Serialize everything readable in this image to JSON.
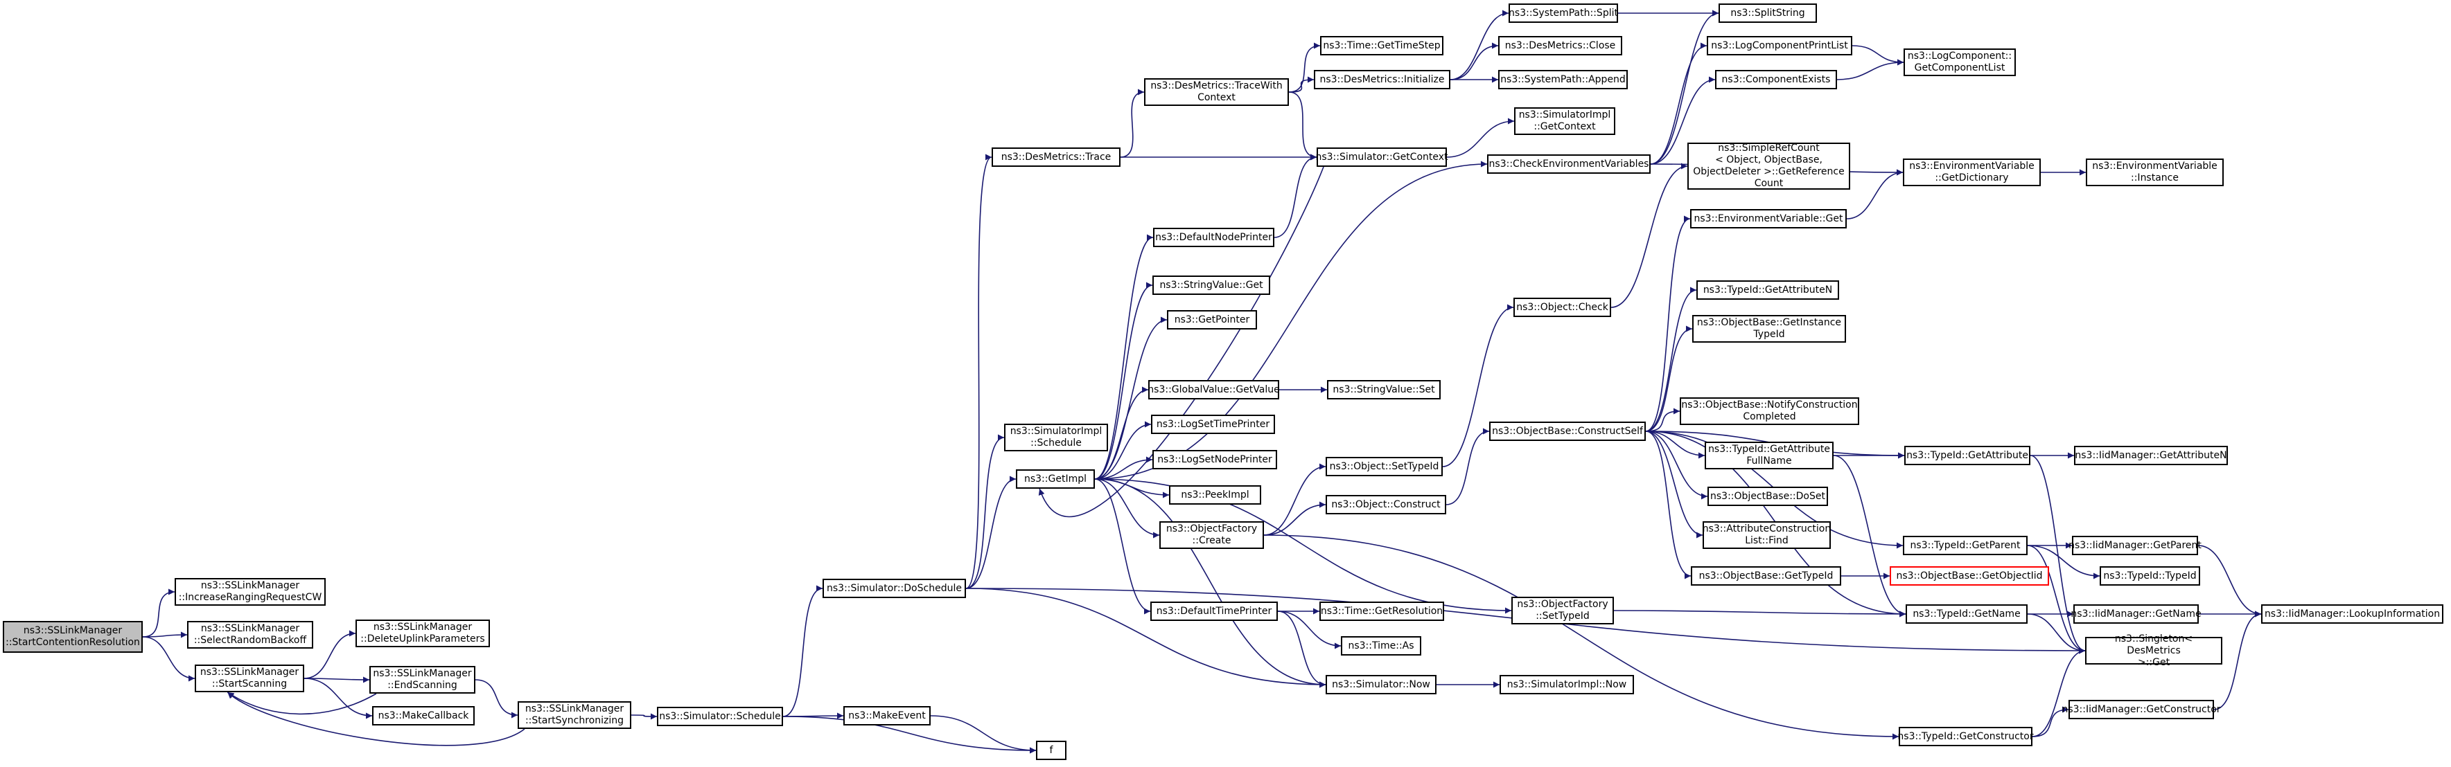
{
  "colors": {
    "edge": "#191970",
    "border": "#000000",
    "root_fill": "#bfbfbf",
    "truncated_border": "#ff0000"
  },
  "nodes": [
    {
      "id": "n1",
      "label": "ns3::SSLinkManager\n::StartContentionResolution",
      "kind": "root"
    },
    {
      "id": "n2",
      "label": "ns3::SSLinkManager\n::IncreaseRangingRequestCW"
    },
    {
      "id": "n3",
      "label": "ns3::SSLinkManager\n::SelectRandomBackoff"
    },
    {
      "id": "n4",
      "label": "ns3::SSLinkManager\n::StartScanning"
    },
    {
      "id": "n5",
      "label": "ns3::SSLinkManager\n::DeleteUplinkParameters"
    },
    {
      "id": "n6",
      "label": "ns3::SSLinkManager\n::EndScanning"
    },
    {
      "id": "n7",
      "label": "ns3::MakeCallback"
    },
    {
      "id": "n8",
      "label": "ns3::SSLinkManager\n::StartSynchronizing"
    },
    {
      "id": "n9",
      "label": "ns3::Simulator::Schedule"
    },
    {
      "id": "n10",
      "label": "ns3::Simulator::DoSchedule"
    },
    {
      "id": "n11",
      "label": "ns3::MakeEvent"
    },
    {
      "id": "n12",
      "label": "f"
    },
    {
      "id": "n13",
      "label": "ns3::DesMetrics::Trace"
    },
    {
      "id": "n14",
      "label": "ns3::SimulatorImpl\n::Schedule"
    },
    {
      "id": "n15",
      "label": "ns3::GetImpl"
    },
    {
      "id": "n16",
      "label": "ns3::DesMetrics::TraceWith\nContext"
    },
    {
      "id": "n17",
      "label": "ns3::Time::GetTimeStep"
    },
    {
      "id": "n18",
      "label": "ns3::DesMetrics::Initialize"
    },
    {
      "id": "n19",
      "label": "ns3::Simulator::GetContext"
    },
    {
      "id": "n20",
      "label": "ns3::SystemPath::Split"
    },
    {
      "id": "n21",
      "label": "ns3::DesMetrics::Close"
    },
    {
      "id": "n22",
      "label": "ns3::SystemPath::Append"
    },
    {
      "id": "n23",
      "label": "ns3::SimulatorImpl\n::GetContext"
    },
    {
      "id": "n24",
      "label": "ns3::SplitString"
    },
    {
      "id": "n25",
      "label": "ns3::CheckEnvironmentVariables"
    },
    {
      "id": "n26",
      "label": "ns3::LogComponentPrintList"
    },
    {
      "id": "n27",
      "label": "ns3::ComponentExists"
    },
    {
      "id": "n28",
      "label": "ns3::LogComponent::\nGetComponentList"
    },
    {
      "id": "n29",
      "label": "ns3::DefaultNodePrinter"
    },
    {
      "id": "n30",
      "label": "ns3::StringValue::Get"
    },
    {
      "id": "n31",
      "label": "ns3::GetPointer"
    },
    {
      "id": "n32",
      "label": "ns3::GlobalValue::GetValue"
    },
    {
      "id": "n33",
      "label": "ns3::StringValue::Set"
    },
    {
      "id": "n34",
      "label": "ns3::LogSetTimePrinter"
    },
    {
      "id": "n35",
      "label": "ns3::LogSetNodePrinter"
    },
    {
      "id": "n36",
      "label": "ns3::PeekImpl"
    },
    {
      "id": "n37",
      "label": "ns3::ObjectFactory\n::Create"
    },
    {
      "id": "n38",
      "label": "ns3::DefaultTimePrinter"
    },
    {
      "id": "n39",
      "label": "ns3::Time::GetResolution"
    },
    {
      "id": "n40",
      "label": "ns3::Time::As"
    },
    {
      "id": "n41",
      "label": "ns3::Simulator::Now"
    },
    {
      "id": "n42",
      "label": "ns3::SimulatorImpl::Now"
    },
    {
      "id": "n43",
      "label": "ns3::ObjectFactory\n::SetTypeId"
    },
    {
      "id": "n44",
      "label": "ns3::Object::SetTypeId"
    },
    {
      "id": "n45",
      "label": "ns3::Object::Construct"
    },
    {
      "id": "n46",
      "label": "ns3::Object::Check"
    },
    {
      "id": "n47",
      "label": "ns3::ObjectBase::ConstructSelf"
    },
    {
      "id": "n48",
      "label": "ns3::SimpleRefCount\n< Object, ObjectBase,\nObjectDeleter >::GetReference\nCount"
    },
    {
      "id": "n49",
      "label": "ns3::EnvironmentVariable::Get"
    },
    {
      "id": "n50",
      "label": "ns3::EnvironmentVariable\n::GetDictionary"
    },
    {
      "id": "n51",
      "label": "ns3::EnvironmentVariable\n::Instance"
    },
    {
      "id": "n52",
      "label": "ns3::TypeId::GetAttributeN"
    },
    {
      "id": "n53",
      "label": "ns3::ObjectBase::GetInstance\nTypeId"
    },
    {
      "id": "n54",
      "label": "ns3::ObjectBase::NotifyConstruction\nCompleted"
    },
    {
      "id": "n55",
      "label": "ns3::TypeId::GetAttribute\nFullName"
    },
    {
      "id": "n56",
      "label": "ns3::TypeId::GetAttribute"
    },
    {
      "id": "n57",
      "label": "ns3::IidManager::GetAttributeN"
    },
    {
      "id": "n58",
      "label": "ns3::ObjectBase::DoSet"
    },
    {
      "id": "n59",
      "label": "ns3::AttributeConstruction\nList::Find"
    },
    {
      "id": "n60",
      "label": "ns3::ObjectBase::GetTypeId"
    },
    {
      "id": "n61",
      "label": "ns3::ObjectBase::GetObjectIid",
      "kind": "truncated"
    },
    {
      "id": "n62",
      "label": "ns3::TypeId::GetParent"
    },
    {
      "id": "n63",
      "label": "ns3::IidManager::GetParent"
    },
    {
      "id": "n64",
      "label": "ns3::TypeId::TypeId"
    },
    {
      "id": "n65",
      "label": "ns3::TypeId::GetName"
    },
    {
      "id": "n66",
      "label": "ns3::IidManager::GetName"
    },
    {
      "id": "n67",
      "label": "ns3::IidManager::LookupInformation"
    },
    {
      "id": "n68",
      "label": "ns3::Singleton< DesMetrics\n>::Get"
    },
    {
      "id": "n69",
      "label": "ns3::TypeId::GetConstructor"
    },
    {
      "id": "n70",
      "label": "ns3::IidManager::GetConstructor"
    }
  ],
  "edges": [
    [
      "n1",
      "n2"
    ],
    [
      "n1",
      "n3"
    ],
    [
      "n1",
      "n4"
    ],
    [
      "n4",
      "n5"
    ],
    [
      "n4",
      "n6"
    ],
    [
      "n4",
      "n7"
    ],
    [
      "n6",
      "n4"
    ],
    [
      "n6",
      "n8"
    ],
    [
      "n8",
      "n4"
    ],
    [
      "n8",
      "n9"
    ],
    [
      "n9",
      "n10"
    ],
    [
      "n9",
      "n11"
    ],
    [
      "n9",
      "n12"
    ],
    [
      "n11",
      "n12"
    ],
    [
      "n10",
      "n13"
    ],
    [
      "n10",
      "n14"
    ],
    [
      "n10",
      "n15"
    ],
    [
      "n10",
      "n41"
    ],
    [
      "n10",
      "n68"
    ],
    [
      "n13",
      "n16"
    ],
    [
      "n13",
      "n19"
    ],
    [
      "n16",
      "n17"
    ],
    [
      "n16",
      "n18"
    ],
    [
      "n16",
      "n19"
    ],
    [
      "n18",
      "n20"
    ],
    [
      "n18",
      "n21"
    ],
    [
      "n18",
      "n22"
    ],
    [
      "n20",
      "n24"
    ],
    [
      "n19",
      "n15"
    ],
    [
      "n19",
      "n23"
    ],
    [
      "n29",
      "n19"
    ],
    [
      "n15",
      "n29"
    ],
    [
      "n15",
      "n30"
    ],
    [
      "n15",
      "n31"
    ],
    [
      "n15",
      "n32"
    ],
    [
      "n15",
      "n34"
    ],
    [
      "n15",
      "n35"
    ],
    [
      "n15",
      "n36"
    ],
    [
      "n15",
      "n37"
    ],
    [
      "n15",
      "n38"
    ],
    [
      "n15",
      "n41"
    ],
    [
      "n15",
      "n43"
    ],
    [
      "n15",
      "n25"
    ],
    [
      "n32",
      "n33"
    ],
    [
      "n25",
      "n24"
    ],
    [
      "n25",
      "n26"
    ],
    [
      "n25",
      "n27"
    ],
    [
      "n25",
      "n50"
    ],
    [
      "n26",
      "n28"
    ],
    [
      "n27",
      "n28"
    ],
    [
      "n38",
      "n39"
    ],
    [
      "n38",
      "n40"
    ],
    [
      "n38",
      "n41"
    ],
    [
      "n41",
      "n42"
    ],
    [
      "n37",
      "n44"
    ],
    [
      "n37",
      "n45"
    ],
    [
      "n37",
      "n69"
    ],
    [
      "n44",
      "n46"
    ],
    [
      "n46",
      "n48"
    ],
    [
      "n45",
      "n47"
    ],
    [
      "n47",
      "n49"
    ],
    [
      "n47",
      "n52"
    ],
    [
      "n47",
      "n53"
    ],
    [
      "n47",
      "n54"
    ],
    [
      "n47",
      "n55"
    ],
    [
      "n47",
      "n56"
    ],
    [
      "n47",
      "n58"
    ],
    [
      "n47",
      "n59"
    ],
    [
      "n47",
      "n60"
    ],
    [
      "n47",
      "n62"
    ],
    [
      "n47",
      "n65"
    ],
    [
      "n49",
      "n50"
    ],
    [
      "n50",
      "n51"
    ],
    [
      "n55",
      "n56"
    ],
    [
      "n55",
      "n65"
    ],
    [
      "n56",
      "n57"
    ],
    [
      "n56",
      "n68"
    ],
    [
      "n60",
      "n61"
    ],
    [
      "n62",
      "n63"
    ],
    [
      "n62",
      "n64"
    ],
    [
      "n62",
      "n68"
    ],
    [
      "n63",
      "n67"
    ],
    [
      "n43",
      "n65"
    ],
    [
      "n65",
      "n66"
    ],
    [
      "n65",
      "n68"
    ],
    [
      "n66",
      "n67"
    ],
    [
      "n69",
      "n68"
    ],
    [
      "n69",
      "n70"
    ],
    [
      "n70",
      "n67"
    ]
  ]
}
